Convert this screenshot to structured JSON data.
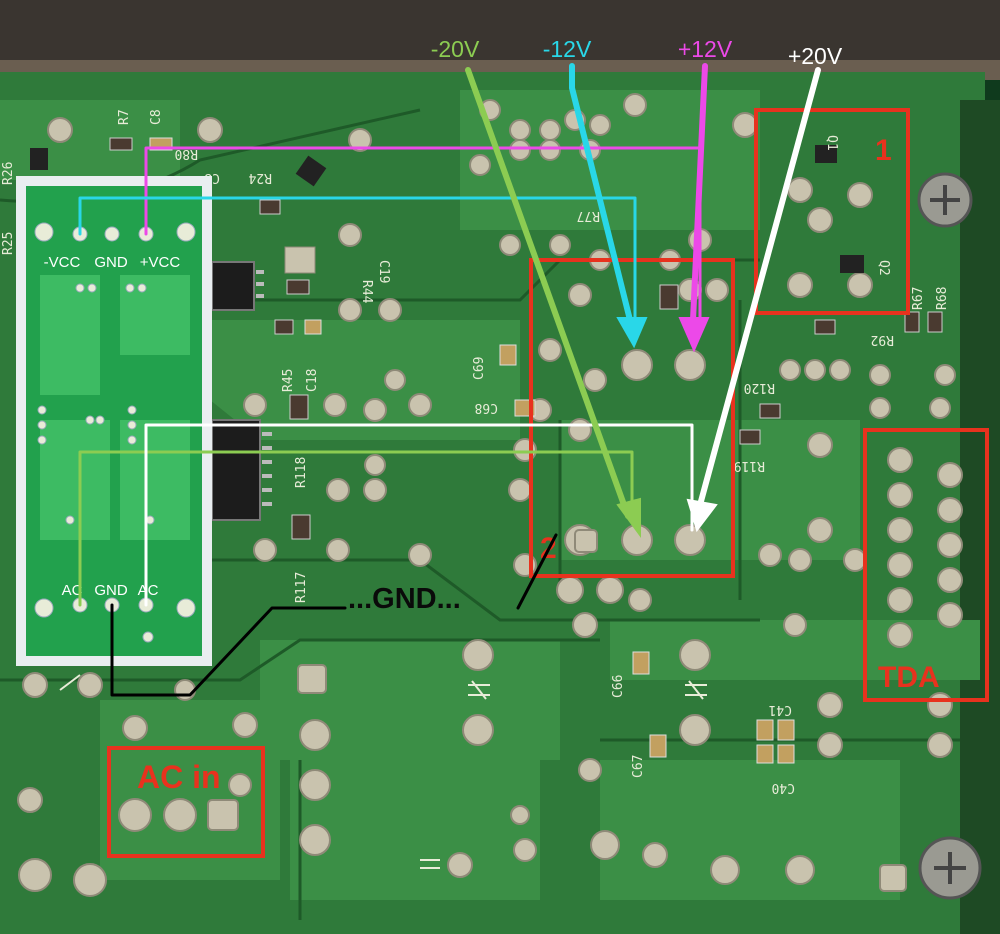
{
  "colors": {
    "board": "#2f7a3a",
    "board_dark": "#1f5a2a",
    "trace": "#3f9a4a",
    "module": "#22a14d",
    "module_border": "#e9eef0",
    "box_red": "#e8321e",
    "wire_green": "#8ccc52",
    "wire_cyan": "#29d7e8",
    "wire_magenta": "#ec49e8",
    "wire_white": "#ffffff",
    "wire_black": "#000000",
    "solder": "#c9c3ae"
  },
  "voltage_labels": {
    "neg20": "-20V",
    "neg12": "-12V",
    "pos12": "+12V",
    "pos20": "+20V"
  },
  "module": {
    "top_left": "-VCC",
    "top_mid": "GND",
    "top_right": "+VCC",
    "bottom_left": "AC",
    "bottom_mid": "GND",
    "bottom_right": "AC"
  },
  "boxes": {
    "box1": "1",
    "box2": "2",
    "tda": "TDA",
    "ac_in": "AC in"
  },
  "gnd_label": "...GND...",
  "silkscreen": {
    "r7": "R7",
    "c8": "C8",
    "r26": "R26",
    "r80": "R80",
    "c8b": "C8",
    "r24": "R24",
    "r25": "R25",
    "r44": "R44",
    "c19": "C19",
    "r45": "R45",
    "c18": "C18",
    "r118": "R118",
    "r117": "R117",
    "c69": "C69",
    "c68": "C68",
    "r77": "R77",
    "q1": "Q1",
    "q2": "Q2",
    "r67": "R67",
    "r68": "R68",
    "r92": "R92",
    "r120": "R120",
    "r119": "R119",
    "c66": "C66",
    "c67": "C67",
    "c41": "C41",
    "c40": "C40"
  }
}
